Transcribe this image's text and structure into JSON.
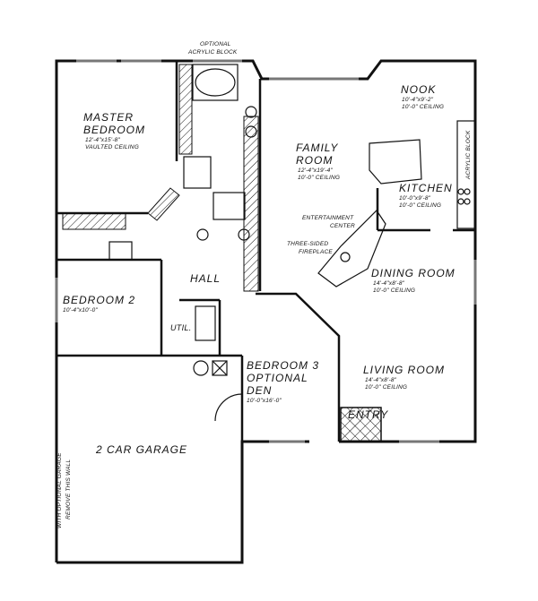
{
  "rooms": {
    "master": {
      "name1": "MASTER",
      "name2": "BEDROOM",
      "dims": "12'-4\"x15'-8\"",
      "ceiling": "VAULTED CEILING"
    },
    "family": {
      "name1": "FAMILY",
      "name2": "ROOM",
      "dims": "12'-4\"x19'-4\"",
      "ceiling": "10'-0\" CEILING"
    },
    "nook": {
      "name": "NOOK",
      "dims": "10'-4\"x9'-2\"",
      "ceiling": "10'-0\" CEILING"
    },
    "kitchen": {
      "name": "KITCHEN",
      "dims": "10'-0\"x9'-8\"",
      "ceiling": "10'-0\" CEILING"
    },
    "dining": {
      "name": "DINING ROOM",
      "dims": "14'-4\"x8'-8\"",
      "ceiling": "10'-0\" CEILING"
    },
    "living": {
      "name": "LIVING ROOM",
      "dims": "14'-4\"x8'-8\"",
      "ceiling": "10'-0\" CEILING"
    },
    "bedroom2": {
      "name": "BEDROOM 2",
      "dims": "10'-4\"x10'-0\""
    },
    "bedroom3": {
      "name1": "BEDROOM 3",
      "name2": "OPTIONAL",
      "name3": "DEN",
      "dims": "10'-0\"x16'-0\""
    },
    "hall": {
      "name": "HALL"
    },
    "utility": {
      "name": "UTIL."
    },
    "garage": {
      "name": "2 CAR GARAGE"
    },
    "entry": {
      "name": "ENTRY"
    }
  },
  "notes": {
    "acrylic_top1": "OPTIONAL",
    "acrylic_top2": "ACRYLIC BLOCK",
    "acrylic_right": "ACRYLIC BLOCK",
    "entertainment1": "ENTERTAINMENT",
    "entertainment2": "CENTER",
    "fireplace1": "THREE-SIDED",
    "fireplace2": "FIREPLACE",
    "garage_wall1": "WITH OPTIONAL GARAGE",
    "garage_wall2": "REMOVE THIS WALL"
  }
}
